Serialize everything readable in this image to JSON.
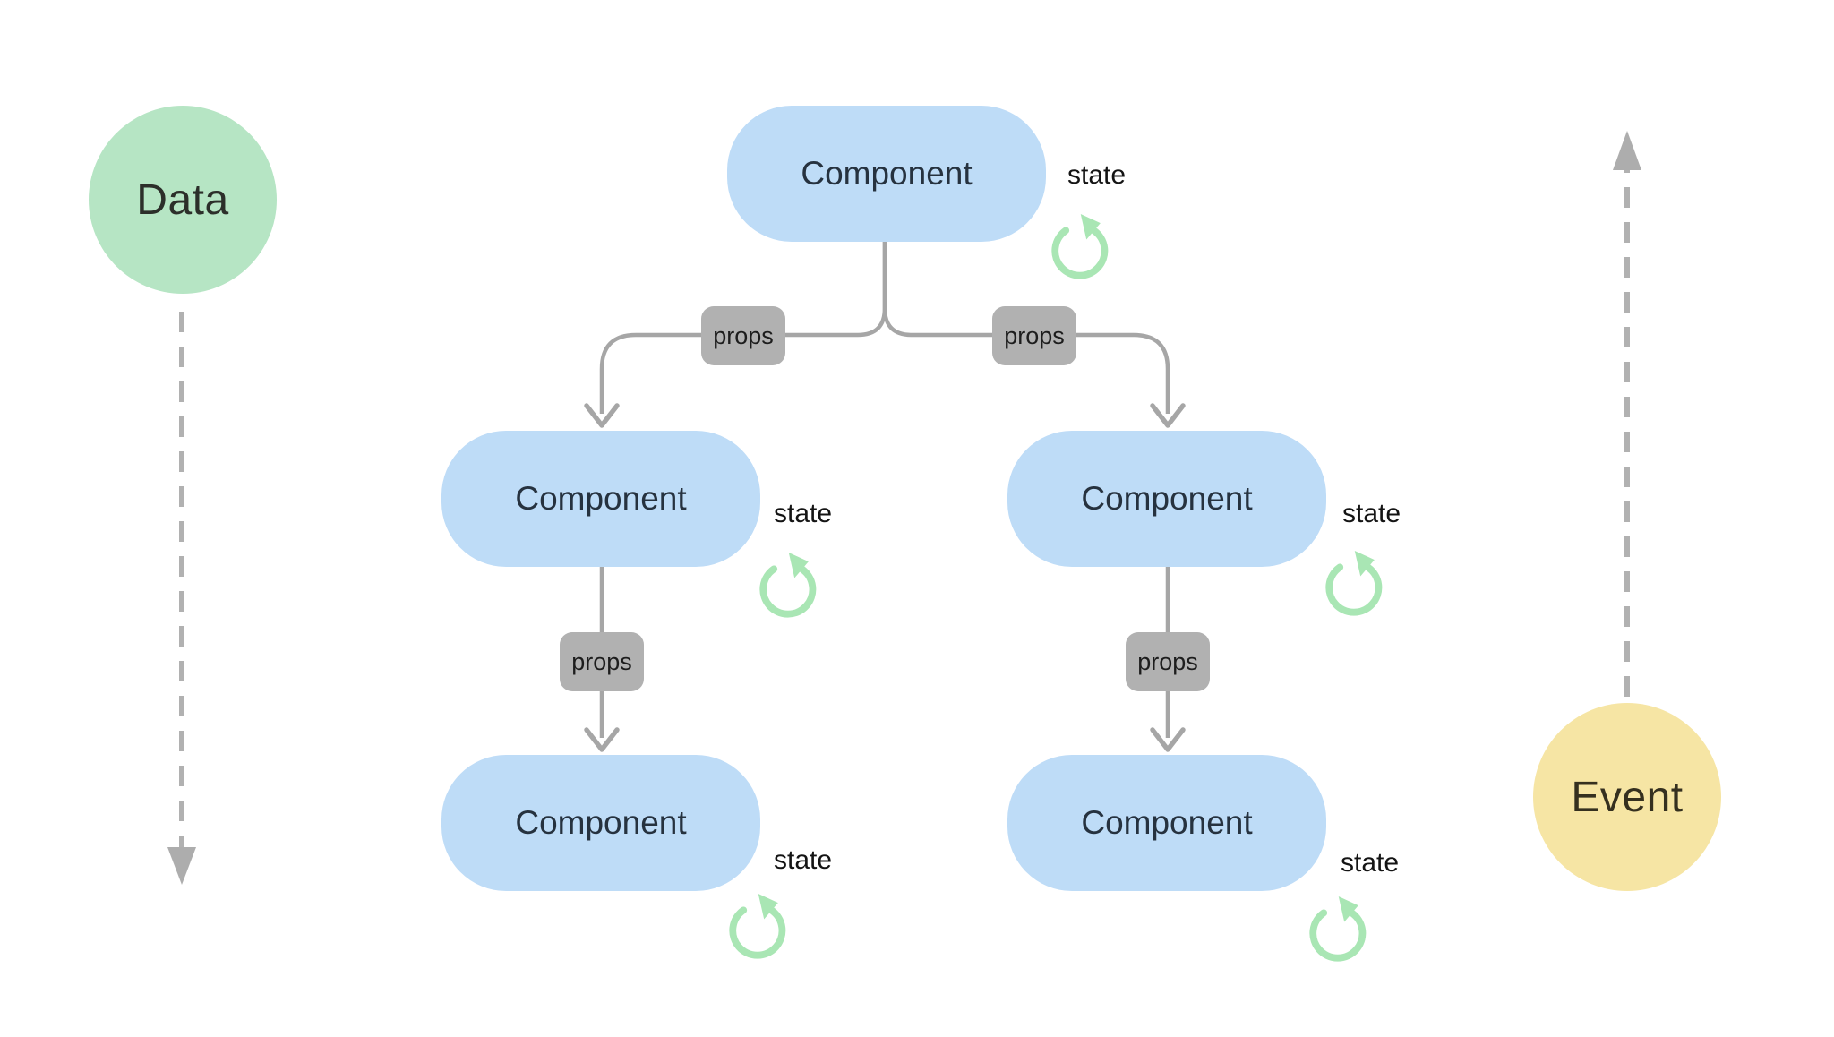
{
  "diagram": {
    "background": "#ffffff",
    "flows": {
      "data": {
        "label": "Data",
        "direction": "down",
        "color": "#b6e5c4"
      },
      "event": {
        "label": "Event",
        "direction": "up",
        "color": "#f6e5a4"
      }
    },
    "tree": {
      "nodes": [
        {
          "id": "root",
          "label": "Component",
          "state_label": "state"
        },
        {
          "id": "child-left",
          "label": "Component",
          "state_label": "state"
        },
        {
          "id": "child-right",
          "label": "Component",
          "state_label": "state"
        },
        {
          "id": "grandchild-left",
          "label": "Component",
          "state_label": "state"
        },
        {
          "id": "grandchild-right",
          "label": "Component",
          "state_label": "state"
        }
      ],
      "props_badges": [
        {
          "id": "root-to-left",
          "label": "props"
        },
        {
          "id": "root-to-right",
          "label": "props"
        },
        {
          "id": "left-to-grandchild",
          "label": "props"
        },
        {
          "id": "right-to-grandchild",
          "label": "props"
        }
      ]
    },
    "colors": {
      "component_fill": "#bedcf7",
      "component_text": "#26323f",
      "props_fill": "#b1b1b1",
      "props_text": "#1d1d1d",
      "connector": "#a6a6a6",
      "dashed_arrow": "#b1b1b1",
      "arrowhead": "#adadad",
      "state_icon": "#a9e6b4",
      "state_text": "#141414"
    }
  }
}
